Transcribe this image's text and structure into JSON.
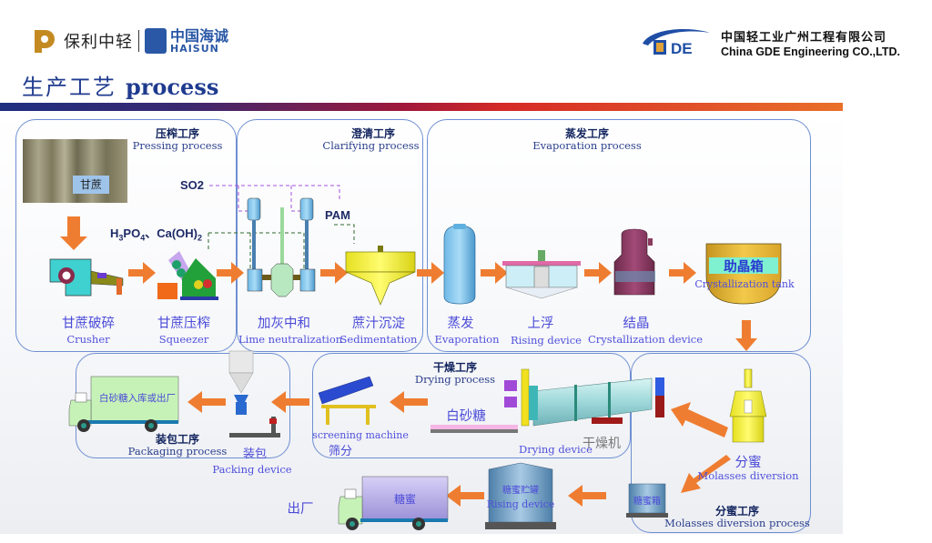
{
  "header": {
    "left_logo": {
      "brand_cn": "保利中轻",
      "partner_cn": "中国海诚",
      "partner_en": "HAISUN"
    },
    "right_logo": {
      "mark": "GDE",
      "company_cn": "中国轻工业广州工程有限公司",
      "company_en": "China GDE Engineering CO.,LTD."
    },
    "page_title_cn": "生产工艺",
    "page_title_en": "process"
  },
  "colors": {
    "accent_blue": "#1f3b8f",
    "label_purple": "#4b4bd8",
    "arrow_orange": "#ef7d31",
    "stage_border": "#6f8fd2"
  },
  "stages": {
    "pressing": {
      "title_cn": "压榨工序",
      "title_en": "Pressing process"
    },
    "clarifying": {
      "title_cn": "澄清工序",
      "title_en": "Clarifying process"
    },
    "evaporation": {
      "title_cn": "蒸发工序",
      "title_en": "Evaporation process"
    },
    "drying": {
      "title_cn": "干燥工序",
      "title_en": "Drying process"
    },
    "packaging": {
      "title_cn": "装包工序",
      "title_en": "Packaging process"
    },
    "molasses": {
      "title_cn": "分蜜工序",
      "title_en": "Molasses diversion process"
    }
  },
  "inputs": {
    "cane_photo_label": "甘蔗",
    "so2": "SO2",
    "chem_h3po4": [
      "H",
      "3",
      "PO",
      "4",
      "、Ca(OH)",
      "2"
    ],
    "pam": "PAM"
  },
  "equipment": [
    {
      "id": "crusher",
      "cn": "甘蔗破碎",
      "en": "Crusher"
    },
    {
      "id": "squeezer",
      "cn": "甘蔗压榨",
      "en": "Squeezer"
    },
    {
      "id": "lime",
      "cn": "加灰中和",
      "en": "Lime neutralization"
    },
    {
      "id": "sedimentation",
      "cn": "蔗汁沉淀",
      "en": "Sedimentation"
    },
    {
      "id": "evaporation",
      "cn": "蒸发",
      "en": "Evaporation"
    },
    {
      "id": "rising",
      "cn": "上浮",
      "en": "Rising device"
    },
    {
      "id": "crystallization",
      "cn": "结晶",
      "en": "Crystallization  device"
    },
    {
      "id": "cryst-tank",
      "cn": "助晶箱",
      "en": "Crystallization tank"
    },
    {
      "id": "molasses-div",
      "cn": "分蜜",
      "en": "Molasses diversion"
    },
    {
      "id": "dryer",
      "cn": "干燥机",
      "en": "Drying device"
    },
    {
      "id": "white-sugar",
      "cn": "白砂糖",
      "en": ""
    },
    {
      "id": "screening",
      "cn": "筛分",
      "en": "screening machine"
    },
    {
      "id": "packing",
      "cn": "装包",
      "en": "Packing device"
    },
    {
      "id": "truck-sugar",
      "cn": "白砂糖入库或出厂",
      "en": ""
    },
    {
      "id": "molasses-box",
      "cn": "糖蜜箱",
      "en": ""
    },
    {
      "id": "molasses-tank",
      "cn": "糖蜜贮罐",
      "en": "Rising device"
    },
    {
      "id": "truck-molasses",
      "cn": "糖蜜",
      "en": ""
    },
    {
      "id": "exit",
      "cn": "出厂",
      "en": ""
    }
  ]
}
